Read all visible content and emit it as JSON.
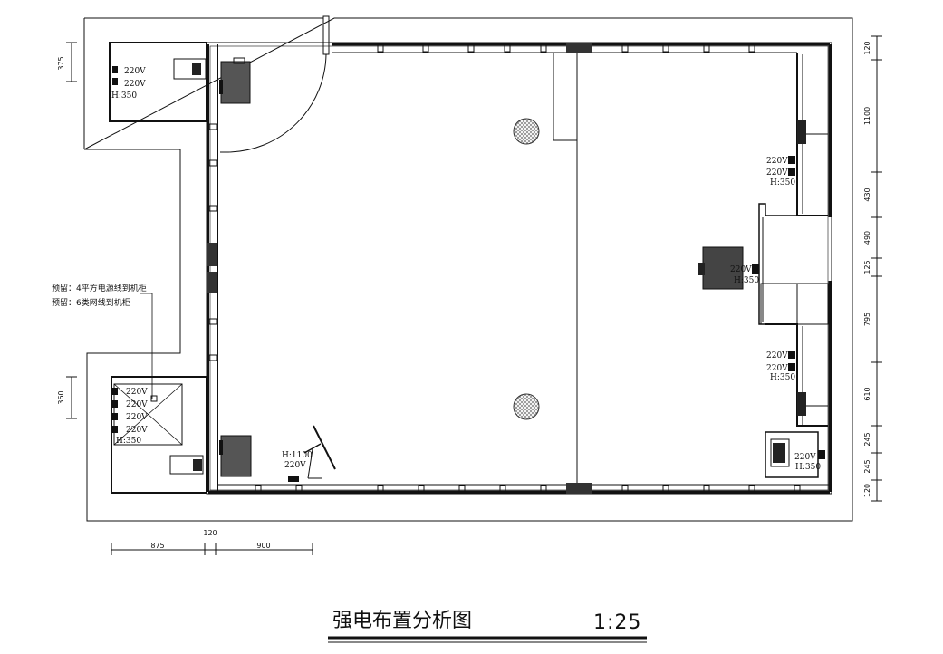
{
  "title": "强电布置分析图",
  "scale": "1:25",
  "notes": [
    "预留：4平方电源线到机柜",
    "预留：6类网线到机柜"
  ],
  "outlet_labels": {
    "top_left_1": "220V",
    "top_left_2": "220V",
    "top_left_h": "H:350",
    "cabinet_1": "220V",
    "cabinet_2": "220V",
    "cabinet_3": "220V",
    "cabinet_4": "220V",
    "cabinet_h": "H:350",
    "desk_h": "H:1100",
    "desk_v": "220V",
    "right_upper_1": "220V",
    "right_upper_2": "220V",
    "right_upper_h": "H:350",
    "right_mid_v": "220V",
    "right_mid_h": "H:350",
    "right_lower_1": "220V",
    "right_lower_2": "220V",
    "right_lower_h": "H:350",
    "right_bottom_v": "220V",
    "right_bottom_h": "H:350"
  },
  "dims_right": [
    "120",
    "1100",
    "430",
    "490",
    "125",
    "795",
    "610",
    "245",
    "245",
    "120"
  ],
  "dims_left": [
    "375",
    "360"
  ],
  "dims_bottom": [
    "120",
    "875",
    "900"
  ],
  "colors": {
    "line": "#111111",
    "fill_dark": "#4d4d4d",
    "grid": "#888888"
  }
}
